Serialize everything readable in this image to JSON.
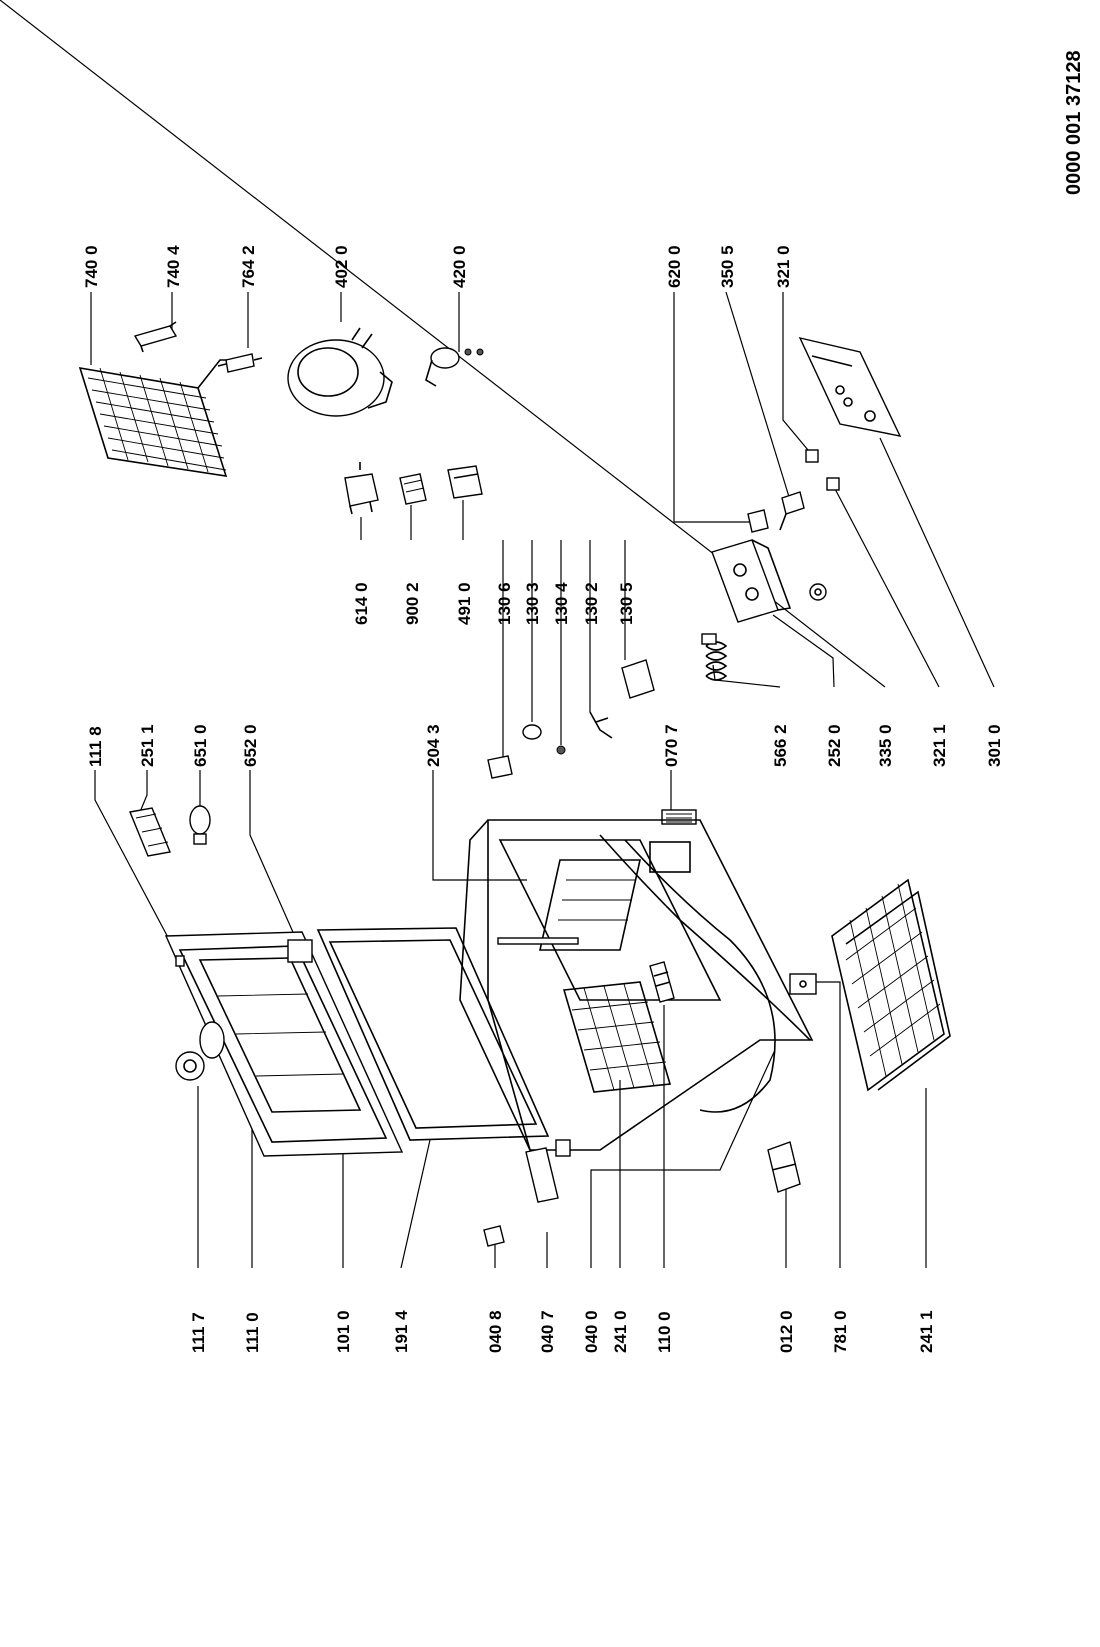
{
  "document_number": "0000 001 37128",
  "part_labels": [
    "740 0",
    "740 4",
    "764 2",
    "402 0",
    "420 0",
    "620 0",
    "350 5",
    "321 0",
    "614 0",
    "900 2",
    "491 0",
    "130 6",
    "130 3",
    "130 4",
    "130 2",
    "130 5",
    "111 8",
    "251 1",
    "651 0",
    "652 0",
    "204 3",
    "070 7",
    "566 2",
    "252 0",
    "335 0",
    "321 1",
    "301 0",
    "111 7",
    "111 0",
    "101 0",
    "191 4",
    "040 8",
    "040 7",
    "040 0",
    "241 0",
    "110 0",
    "012 0",
    "781 0",
    "241 1"
  ]
}
